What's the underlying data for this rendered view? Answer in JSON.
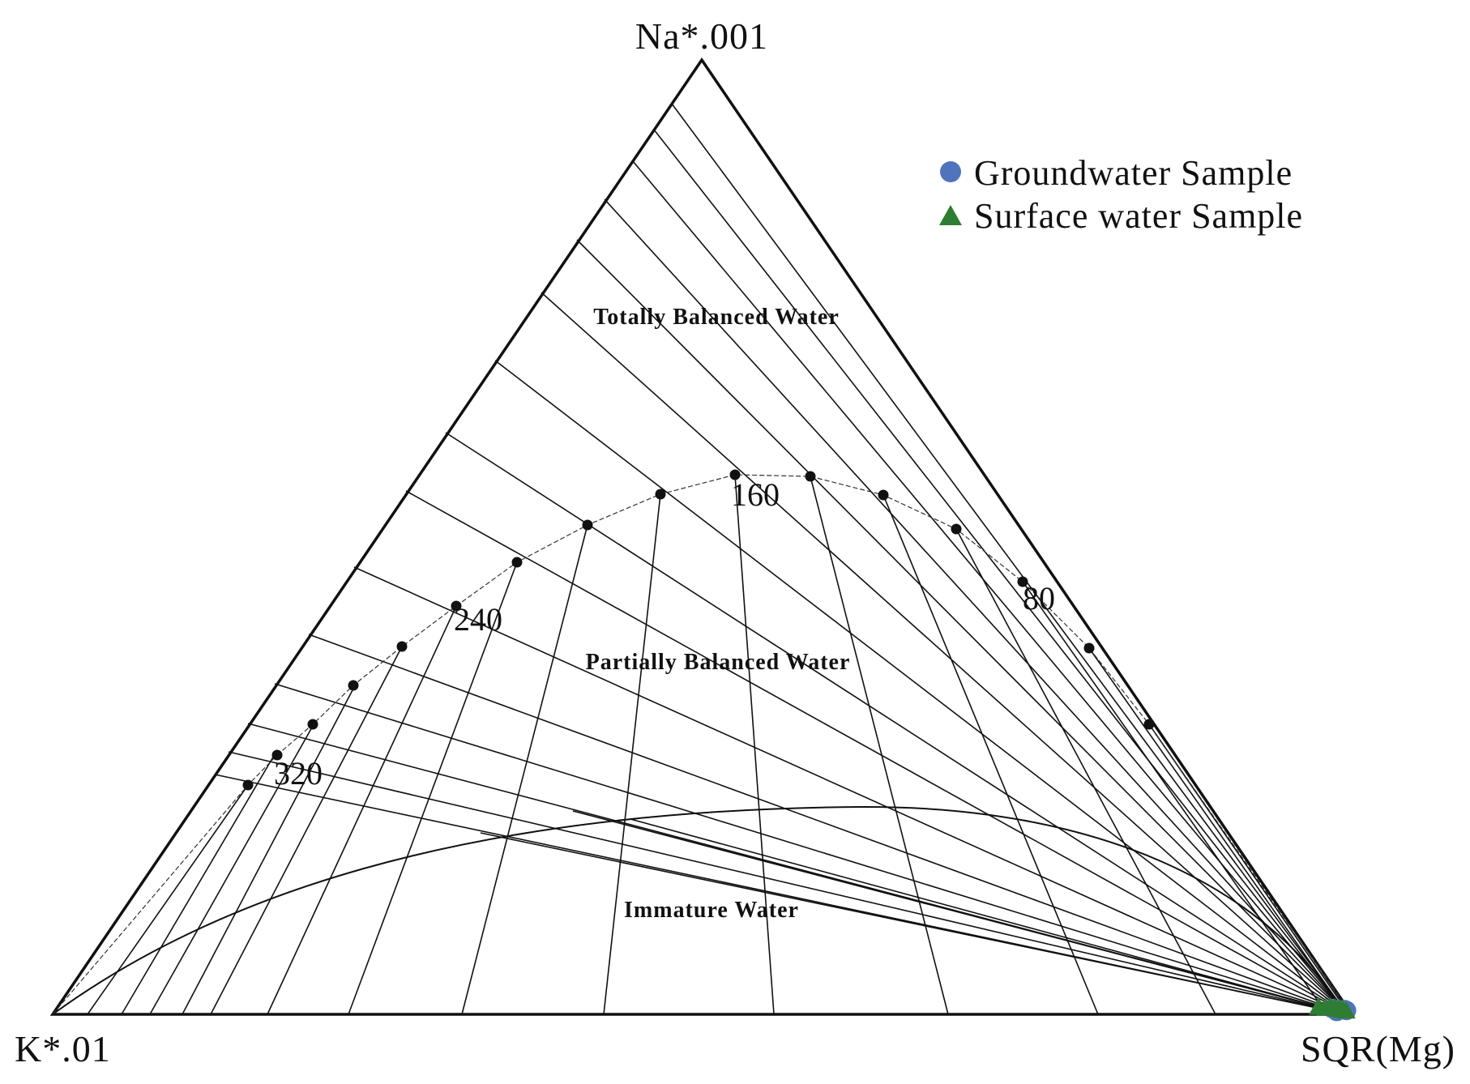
{
  "chart_data": {
    "type": "ternary",
    "vertices": {
      "top": "Na*.001",
      "left": "K*.01",
      "right": "SQR(Mg)"
    },
    "zones": [
      {
        "label": "Totally Balanced Water"
      },
      {
        "label": "Partially Balanced Water"
      },
      {
        "label": "Immature Water"
      }
    ],
    "temperature_labels": [
      "80",
      "160",
      "240",
      "320"
    ],
    "legend": [
      {
        "label": "Groundwater Sample",
        "marker": "circle",
        "color": "#4f74bb"
      },
      {
        "label": "Surface water Sample",
        "marker": "triangle",
        "color": "#2e7d32"
      }
    ],
    "legend_placement": "top-right",
    "series": [
      {
        "name": "Groundwater Sample",
        "marker": "circle",
        "color": "#4f74bb",
        "points": [
          [
            0.012,
            0.006,
            0.982
          ],
          [
            0.01,
            0.003,
            0.987
          ],
          [
            0.008,
            0.004,
            0.988
          ],
          [
            0.003,
            0.005,
            0.992
          ],
          [
            0.002,
            0.004,
            0.994
          ]
        ]
      },
      {
        "name": "Surface water Sample",
        "marker": "triangle",
        "color": "#2e7d32",
        "points": [
          [
            0.022,
            0.007,
            0.971
          ],
          [
            0.017,
            0.006,
            0.977
          ],
          [
            0.013,
            0.007,
            0.98
          ],
          [
            0.01,
            0.006,
            0.984
          ],
          [
            0.007,
            0.005,
            0.988
          ],
          [
            0.005,
            0.004,
            0.991
          ],
          [
            0.003,
            0.003,
            0.994
          ]
        ]
      }
    ]
  }
}
